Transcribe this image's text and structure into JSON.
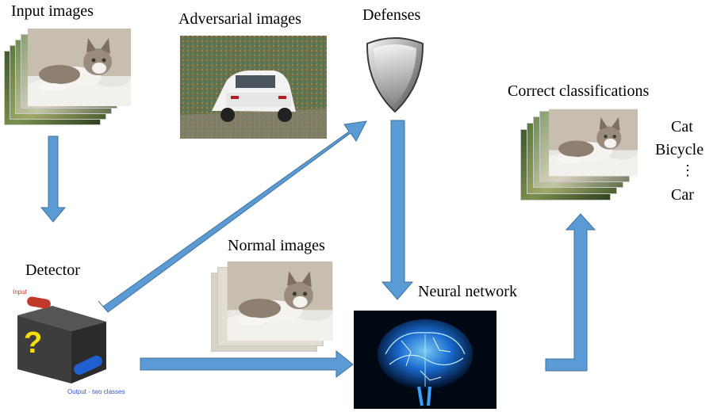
{
  "labels": {
    "input_images": "Input images",
    "adversarial_images": "Adversarial images",
    "defenses": "Defenses",
    "correct_classifications": "Correct classifications",
    "detector": "Detector",
    "normal_images": "Normal images",
    "neural_network": "Neural network",
    "detector_input": "Input",
    "detector_output": "Output - two classes",
    "detector_glyph": "?"
  },
  "classes": [
    "Cat",
    "Bicycle",
    "⋮",
    "Car"
  ],
  "colors": {
    "arrow": "#5b9bd5",
    "arrow_edge": "#41719c",
    "detector_glyph": "#f5e000",
    "input_wire": "#c0392b",
    "output_wire": "#1f5fd0",
    "output_text": "#3355cc"
  }
}
